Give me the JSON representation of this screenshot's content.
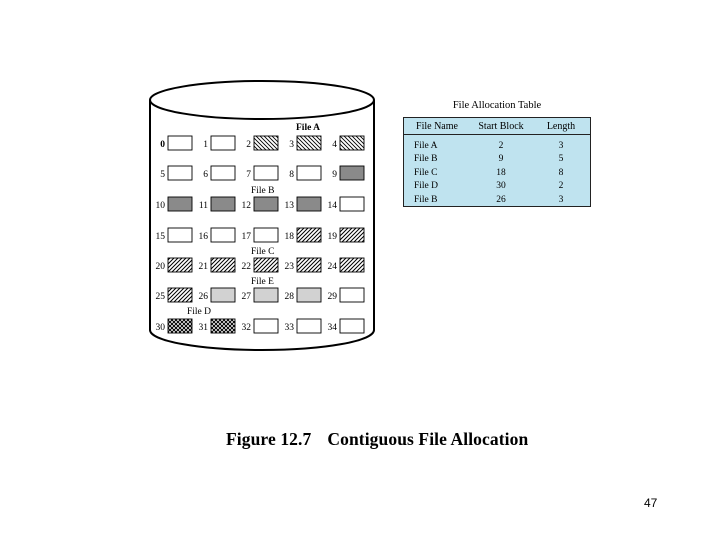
{
  "disk": {
    "blocks": [
      {
        "n": "0",
        "fill": "empty"
      },
      {
        "n": "1",
        "fill": "empty"
      },
      {
        "n": "2",
        "fill": "hatch-a"
      },
      {
        "n": "3",
        "fill": "hatch-a"
      },
      {
        "n": "4",
        "fill": "hatch-a"
      },
      {
        "n": "5",
        "fill": "empty"
      },
      {
        "n": "6",
        "fill": "empty"
      },
      {
        "n": "7",
        "fill": "empty"
      },
      {
        "n": "8",
        "fill": "empty"
      },
      {
        "n": "9",
        "fill": "dark-b"
      },
      {
        "n": "10",
        "fill": "dark-b"
      },
      {
        "n": "11",
        "fill": "dark-b"
      },
      {
        "n": "12",
        "fill": "dark-b"
      },
      {
        "n": "13",
        "fill": "dark-b"
      },
      {
        "n": "14",
        "fill": "empty"
      },
      {
        "n": "15",
        "fill": "empty"
      },
      {
        "n": "16",
        "fill": "empty"
      },
      {
        "n": "17",
        "fill": "empty"
      },
      {
        "n": "18",
        "fill": "hatch-c"
      },
      {
        "n": "19",
        "fill": "hatch-c"
      },
      {
        "n": "20",
        "fill": "hatch-c"
      },
      {
        "n": "21",
        "fill": "hatch-c"
      },
      {
        "n": "22",
        "fill": "hatch-c"
      },
      {
        "n": "23",
        "fill": "hatch-c"
      },
      {
        "n": "24",
        "fill": "hatch-c"
      },
      {
        "n": "25",
        "fill": "hatch-c"
      },
      {
        "n": "26",
        "fill": "light-e"
      },
      {
        "n": "27",
        "fill": "light-e"
      },
      {
        "n": "28",
        "fill": "light-e"
      },
      {
        "n": "29",
        "fill": "empty"
      },
      {
        "n": "30",
        "fill": "cross-d"
      },
      {
        "n": "31",
        "fill": "cross-d"
      },
      {
        "n": "32",
        "fill": "empty"
      },
      {
        "n": "33",
        "fill": "empty"
      },
      {
        "n": "34",
        "fill": "empty"
      }
    ],
    "file_labels": [
      "File A",
      "File B",
      "File C",
      "File E",
      "File D"
    ]
  },
  "fat": {
    "title": "File Allocation Table",
    "headers": [
      "File Name",
      "Start Block",
      "Length"
    ],
    "rows": [
      [
        "File A",
        "2",
        "3"
      ],
      [
        "File B",
        "9",
        "5"
      ],
      [
        "File C",
        "18",
        "8"
      ],
      [
        "File D",
        "30",
        "2"
      ],
      [
        "File B",
        "26",
        "3"
      ]
    ]
  },
  "caption": {
    "figure": "Figure 12.7",
    "title": "Contiguous File Allocation"
  },
  "page_number": "47",
  "colors": {
    "table_bg": "#bfe3ef",
    "dark_block": "#8a8a8a",
    "light_block": "#d2d2d2"
  }
}
